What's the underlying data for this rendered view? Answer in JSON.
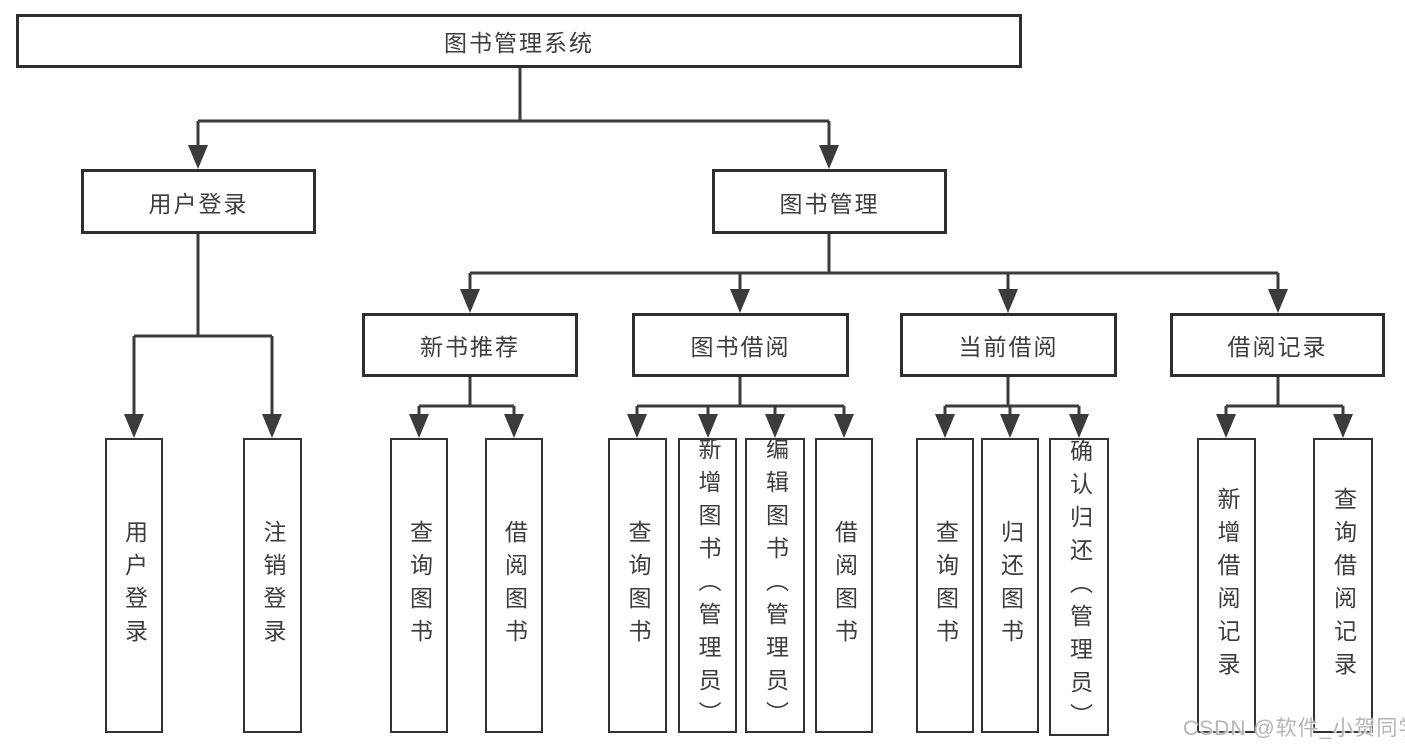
{
  "diagram": {
    "root": {
      "label": "图书管理系统"
    },
    "login": {
      "label": "用户登录",
      "children": [
        {
          "label": "用户登录"
        },
        {
          "label": "注销登录"
        }
      ]
    },
    "management": {
      "label": "图书管理",
      "children": [
        {
          "label": "新书推荐",
          "children": [
            {
              "label": "查询图书"
            },
            {
              "label": "借阅图书"
            }
          ]
        },
        {
          "label": "图书借阅",
          "children": [
            {
              "label": "查询图书"
            },
            {
              "label": "新增图书（管理员）"
            },
            {
              "label": "编辑图书（管理员）"
            },
            {
              "label": "借阅图书"
            }
          ]
        },
        {
          "label": "当前借阅",
          "children": [
            {
              "label": "查询图书"
            },
            {
              "label": "归还图书"
            },
            {
              "label": "确认归还（管理员）"
            }
          ]
        },
        {
          "label": "借阅记录",
          "children": [
            {
              "label": "新增借阅记录"
            },
            {
              "label": "查询借阅记录"
            }
          ]
        }
      ]
    }
  },
  "watermark": {
    "text": "CSDN @软件_小贺同学",
    "color": "#b5b5b5"
  },
  "colors": {
    "line": "#3b3b3b",
    "box_border": "#2e2e2e",
    "box_fill": "#ffffff",
    "text": "#3d3d3d",
    "background": "#ffffff"
  }
}
